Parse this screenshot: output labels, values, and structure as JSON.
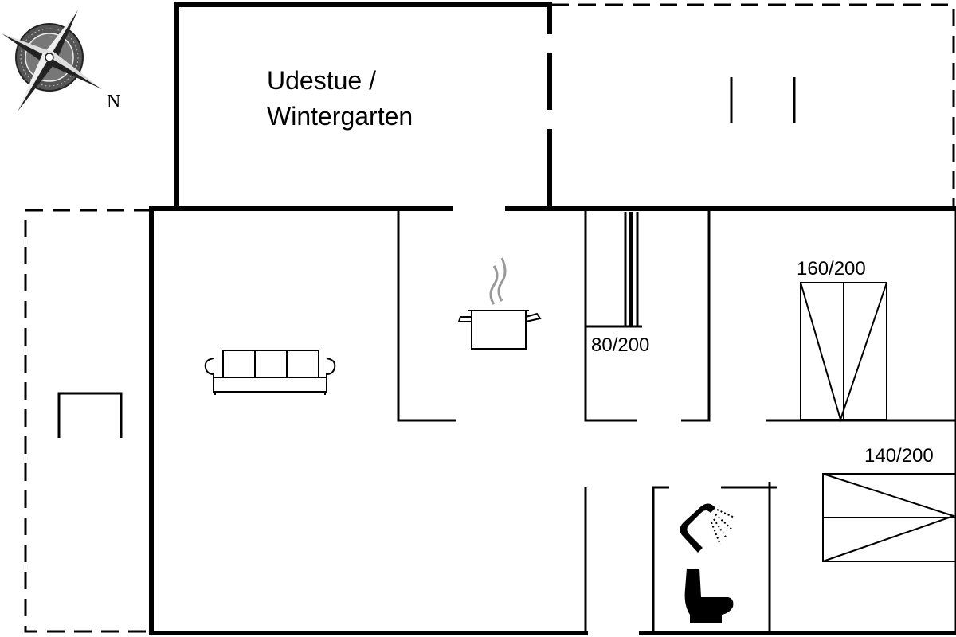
{
  "compass": {
    "icon": "compass-rose-icon",
    "direction_label": "N"
  },
  "rooms": {
    "sunroom_label_line1": "Udestue /",
    "sunroom_label_line2": "Wintergarten"
  },
  "beds": [
    {
      "size": "80/200"
    },
    {
      "size": "160/200"
    },
    {
      "size": "140/200"
    }
  ],
  "icons": {
    "sofa": "sofa-icon",
    "cooking_pot": "cooking-pot-icon",
    "shower": "shower-icon",
    "toilet": "toilet-icon"
  }
}
